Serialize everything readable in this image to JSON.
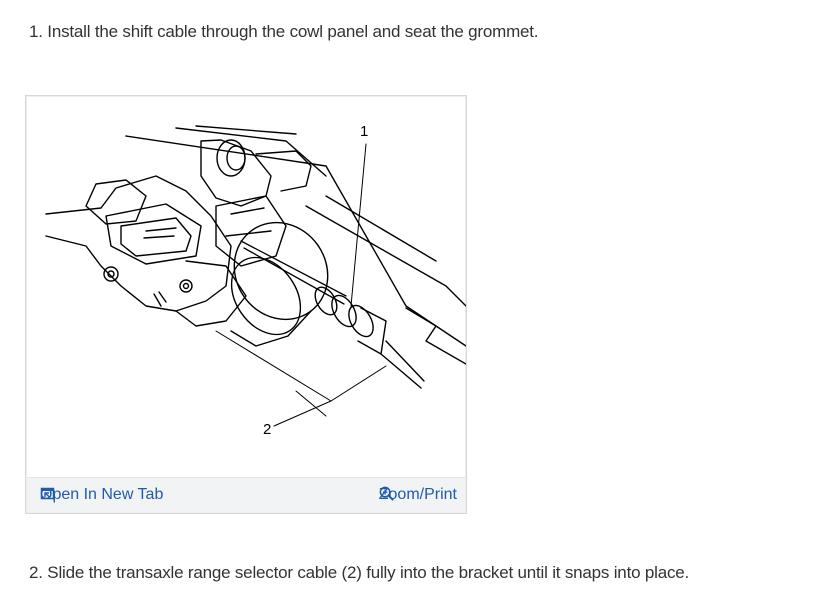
{
  "steps": {
    "step1": "1. Install the shift cable through the cowl panel and seat the grommet.",
    "step2": "2. Slide the transaxle range selector cable (2) fully into the bracket until it snaps into place."
  },
  "figure": {
    "callouts": [
      "1",
      "2"
    ],
    "open_tab_label": "Open In New Tab",
    "zoom_print_label": "Zoom/Print",
    "open_tab_icon": "open-new-tab-icon",
    "zoom_icon": "zoom-in-icon"
  },
  "colors": {
    "text": "#333333",
    "link": "#1f5bab",
    "bar_background": "#f2f3f5"
  }
}
